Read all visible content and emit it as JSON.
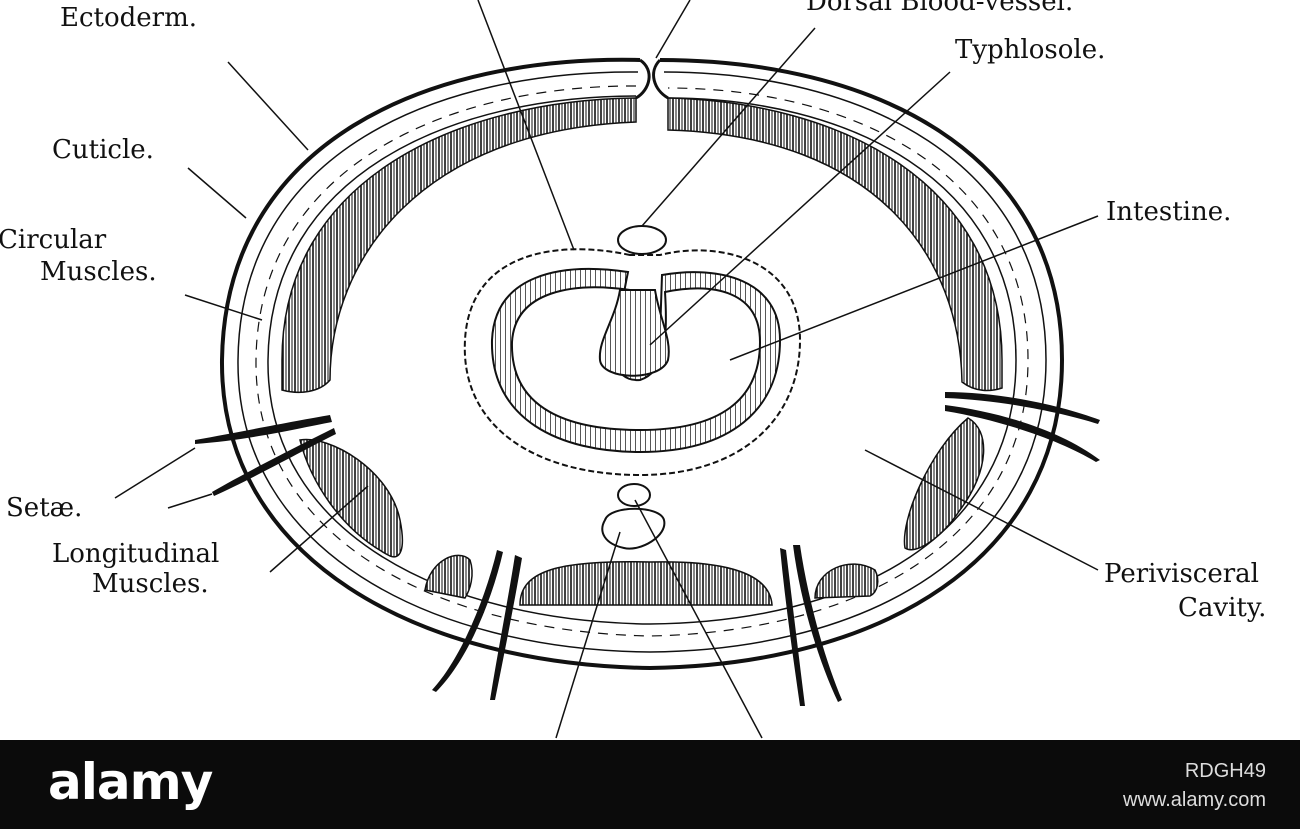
{
  "labels": {
    "ectoderm": "Ectoderm.",
    "dorsal_blood_vessel": "Dorsal Blood-vessel.",
    "typhlosole": "Typhlosole.",
    "cuticle": "Cuticle.",
    "circular_muscles_1": "Circular",
    "circular_muscles_2": "Muscles.",
    "intestine": "Intestine.",
    "setae": "Setæ.",
    "longitudinal_muscles_1": "Longitudinal",
    "longitudinal_muscles_2": "Muscles.",
    "perivisceral_cavity_1": "Perivisceral",
    "perivisceral_cavity_2": "Cavity."
  },
  "footer": {
    "logo": "alamy",
    "image_id": "RDGH49",
    "site": "www.alamy.com"
  }
}
